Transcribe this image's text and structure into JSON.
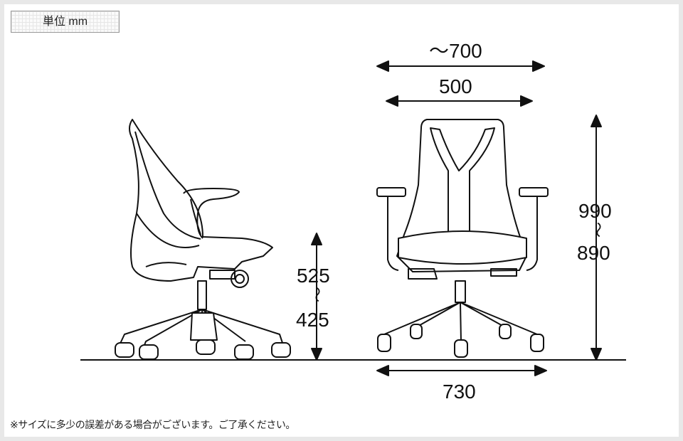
{
  "unit_label": "単位 mm",
  "dimensions": {
    "overall_width": "～700",
    "back_width": "500",
    "height_max": "990",
    "height_min": "890",
    "seat_height_max": "525",
    "seat_height_min": "425",
    "base_width": "730",
    "range_mark": "～"
  },
  "note": "※サイズに多少の誤差がある場合がございます。ご了承ください。"
}
